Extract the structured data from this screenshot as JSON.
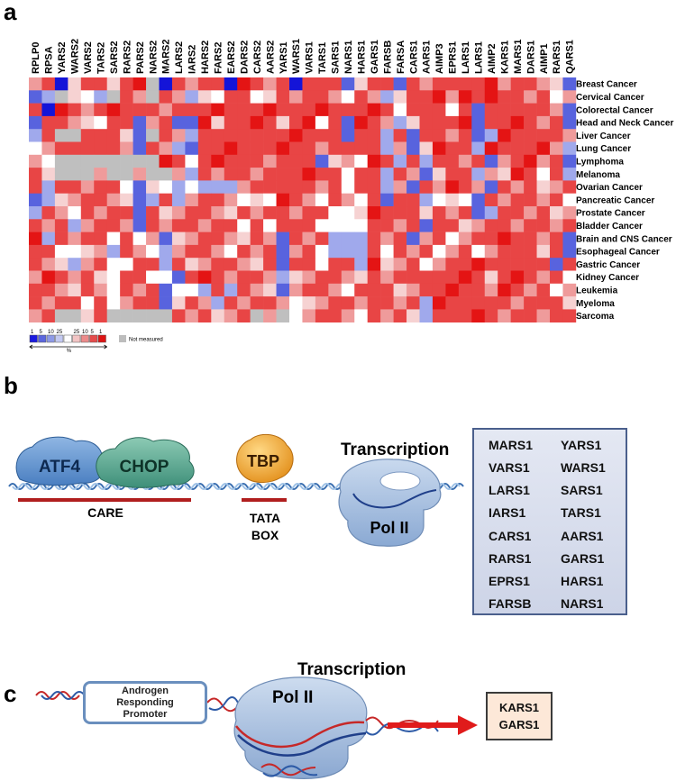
{
  "panel_a": {
    "letter": "a",
    "genes": [
      "RPLP0",
      "RPSA",
      "YARS2",
      "WARS2",
      "VARS2",
      "TARS2",
      "SARS2",
      "RARS2",
      "PARS2",
      "NARS2",
      "MARS2",
      "LARS2",
      "IARS2",
      "HARS2",
      "FARS2",
      "EARS2",
      "DARS2",
      "CARS2",
      "AARS2",
      "YARS1",
      "WARS1",
      "VARS1",
      "TARS1",
      "SARS1",
      "NARS1",
      "HARS1",
      "GARS1",
      "FARSB",
      "FARSA",
      "CARS1",
      "AARS1",
      "AIMP3",
      "EPRS1",
      "LARS1",
      "LARS1",
      "AIMP2",
      "KARS1",
      "MARS1",
      "DARS1",
      "AIMP1",
      "RARS1",
      "QARS1"
    ],
    "cancers": [
      "Breast Cancer",
      "Cervical Cancer",
      "Colorectal Cancer",
      "Head and Neck Cancer",
      "Liver Cancer",
      "Lung Cancer",
      "Lymphoma",
      "Melanoma",
      "Ovarian Cancer",
      "Pancreatic Cancer",
      "Prostate Cancer",
      "Bladder Cancer",
      "Brain and CNS Cancer",
      "Esophageal Cancer",
      "Gastric Cancer",
      "Kidney Cancer",
      "Leukemia",
      "Myeloma",
      "Sarcoma"
    ],
    "legend": {
      "blue_labels": [
        "1",
        "5",
        "10",
        "25"
      ],
      "red_labels": [
        "25",
        "10",
        "5",
        "1"
      ],
      "percent_symbol": "%",
      "not_measured": "Not measured",
      "blue_colors": [
        "#1a1adf",
        "#5b66dd",
        "#8e9ae6",
        "#c3c9f1"
      ],
      "red_colors": [
        "#f2c4c4",
        "#ec8b8b",
        "#e54c4c",
        "#dd1414"
      ],
      "gray": "#bdbdbd"
    },
    "palette": {
      "deep_blue": "#1414d8",
      "blue": "#5863de",
      "light_blue": "#a0a9ec",
      "pale_blue": "#dfe2f8",
      "white": "#ffffff",
      "pale_red": "#f6d2d2",
      "light_red": "#ef9b9b",
      "red": "#e84545",
      "deep_red": "#e41414",
      "gray": "#bfbfbf"
    },
    "matrix_rows": [
      "rrDWrRdrRgDrrrRDRrrRDRrRBrrRBrrrrRrLrRRrrB",
      "BlgrwlgrrgrrlrwrrwrrrrrrwrrlrRrRrLrRRrrrwr",
      "RDRRrRRRRrrRrRRrRRRRrRRrrRRRwRrRwRBRRRrrrB",
      "BrRrrwRrBrrBBRrRrRRrRRwRBRRrlrRrrRBrRRRrrB",
      "lrggrRRrBgrrlRRRrRrRRRRRBRRlrBrrrRBlRRRrrr",
      "wrRrRRRrBrrlBRRRRRrRRrrrrRRlrBrRrrlRRRRRrl",
      "rwggggggggRrwRRRRrrRRRBrrwRRlrlrrrrBrRRrRB",
      "rrgggrggrggrlrrrRrRRRRrRwrRlrrBrRrlrrRRwrl",
      "rlrrrrrwBrwlwlllrrRRrRrRwRRlrBrrRrrBrrRrrr",
      "BlrrrrrrBlrlrrrrwrwRrrwrrwRBrrlwrwBrrRrrrw",
      "lrrwrrrrBrrrrrrrrrrrrrrwwrRrrRrrrrBlrrrRrr",
      "rrrlrrrrBrrrrrrrwrwRrrwwwwRrrrBRrrrrrrRRrr",
      "RlrrrrwrwrBrrrrrrrrBrrrlllRrrBrRwrRRRRrrrB",
      "rrwwrrlrrwlrrrrwrrrBrrwlllRwrrRwrRwrrrRrRB",
      "rrrlrrwwrrlrrrrrrrrBrrwrrlRrrrwrRrRrRRrrBR",
      "rRrrrrwrrwwBRRrrrrrlrrrRrrRrrrRrRRrrRRrrRw",
      "rrrrrrwRrrBwwlRlrrrBrrrrwrRrrrrrRRRrRRrrwr",
      "RrrrwrwrrrBrrrlrrrrrwrrrrrRrrrlRRRRrRrrrRr",
      "rrggrrgggggrrrrrrgrgwrrrrwrrrrlRRRRRrrrrRr"
    ]
  },
  "panel_b": {
    "letter": "b",
    "factors": [
      "ATF4",
      "CHOP",
      "TBP"
    ],
    "transcription_heading": "Transcription",
    "polymerase": "Pol II",
    "care_label": "CARE",
    "tata_label_1": "TATA",
    "tata_label_2": "BOX",
    "genes_left": [
      "MARS1",
      "VARS1",
      "LARS1",
      "IARS1",
      "CARS1",
      "RARS1",
      "EPRS1",
      "FARSB"
    ],
    "genes_right": [
      "YARS1",
      "WARS1",
      "SARS1",
      "TARS1",
      "AARS1",
      "GARS1",
      "HARS1",
      "NARS1"
    ]
  },
  "panel_c": {
    "letter": "c",
    "transcription_heading": "Transcription",
    "polymerase": "Pol II",
    "promoter_lines": [
      "Androgen",
      "Responding",
      "Promoter"
    ],
    "target_genes": [
      "KARS1",
      "GARS1"
    ]
  }
}
